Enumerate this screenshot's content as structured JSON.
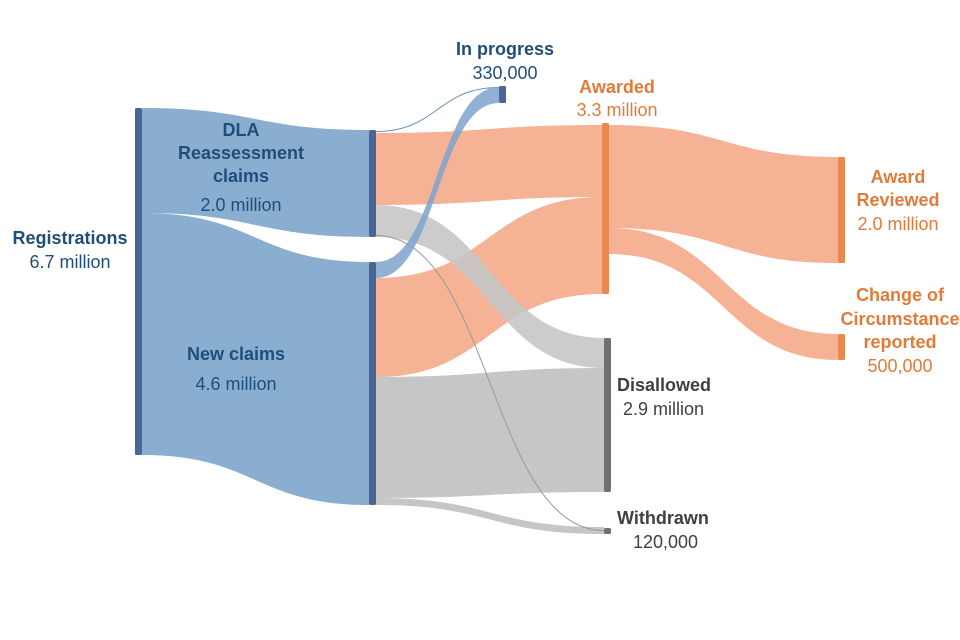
{
  "colors": {
    "blue_flow": "#8aaed0",
    "orange_flow": "#f5b294",
    "gray_flow": "#c6c6c6",
    "blue_node": "#4a6598",
    "orange_node": "#e8894f",
    "gray_node": "#707070",
    "blue_text": "#1f4e79",
    "orange_text": "#e07b39",
    "gray_text": "#404040"
  },
  "chart_data": {
    "type": "sankey",
    "title": "",
    "nodes": [
      {
        "id": "registrations",
        "name": "Registrations",
        "value_label": "6.7 million",
        "value": 6.7
      },
      {
        "id": "dla",
        "name_lines": [
          "DLA",
          "Reassessment",
          "claims"
        ],
        "value_label": "2.0 million",
        "value": 2.0
      },
      {
        "id": "new",
        "name": "New claims",
        "value_label": "4.6 million",
        "value": 4.6
      },
      {
        "id": "inprogress",
        "name": "In progress",
        "value_label": "330,000",
        "value": 0.33
      },
      {
        "id": "awarded",
        "name": "Awarded",
        "value_label": "3.3 million",
        "value": 3.3
      },
      {
        "id": "disallowed",
        "name": "Disallowed",
        "value_label": "2.9 million",
        "value": 2.9
      },
      {
        "id": "withdrawn",
        "name": "Withdrawn",
        "value_label": "120,000",
        "value": 0.12
      },
      {
        "id": "reviewed",
        "name_lines": [
          "Award",
          "Reviewed"
        ],
        "value_label": "2.0 million",
        "value": 2.0
      },
      {
        "id": "coc",
        "name_lines": [
          "Change of",
          "Circumstance",
          "reported"
        ],
        "value_label": "500,000",
        "value": 0.5
      }
    ],
    "links": [
      {
        "source": "registrations",
        "target": "dla",
        "value": 2.0
      },
      {
        "source": "registrations",
        "target": "new",
        "value": 4.6
      },
      {
        "source": "dla",
        "target": "inprogress",
        "value": 0.02
      },
      {
        "source": "dla",
        "target": "awarded",
        "value": 1.4
      },
      {
        "source": "dla",
        "target": "disallowed",
        "value": 0.6
      },
      {
        "source": "dla",
        "target": "withdrawn",
        "value": 0.02
      },
      {
        "source": "new",
        "target": "inprogress",
        "value": 0.31
      },
      {
        "source": "new",
        "target": "awarded",
        "value": 1.9
      },
      {
        "source": "new",
        "target": "disallowed",
        "value": 2.3
      },
      {
        "source": "new",
        "target": "withdrawn",
        "value": 0.1
      },
      {
        "source": "awarded",
        "target": "reviewed",
        "value": 2.0
      },
      {
        "source": "awarded",
        "target": "coc",
        "value": 0.5
      }
    ]
  }
}
